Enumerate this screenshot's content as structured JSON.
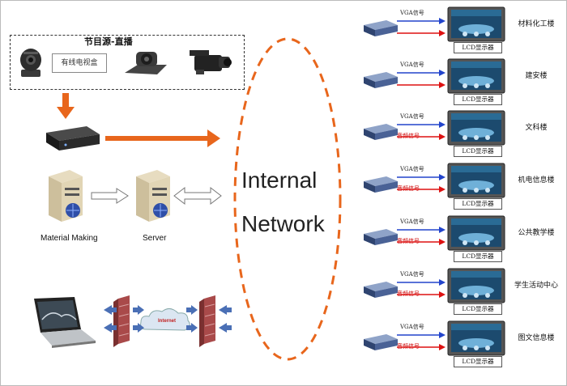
{
  "source": {
    "title": "节目源-直播",
    "tv_box": "有线电视盒"
  },
  "labels": {
    "material_making": "Material Making",
    "server": "Server"
  },
  "network": {
    "line1": "Internal",
    "line2": "Network",
    "cloud_text": "Internet"
  },
  "signals": {
    "vga": "VGA信号",
    "audio": "音频信号",
    "lcd": "LCD显示器"
  },
  "buildings": [
    "材料化工楼",
    "建安楼",
    "文科楼",
    "机电信息楼",
    "公共教学楼",
    "学生活动中心",
    "图文信息楼"
  ],
  "colors": {
    "orange": "#e8661c",
    "blue": "#2244cc",
    "red": "#dd1111"
  }
}
